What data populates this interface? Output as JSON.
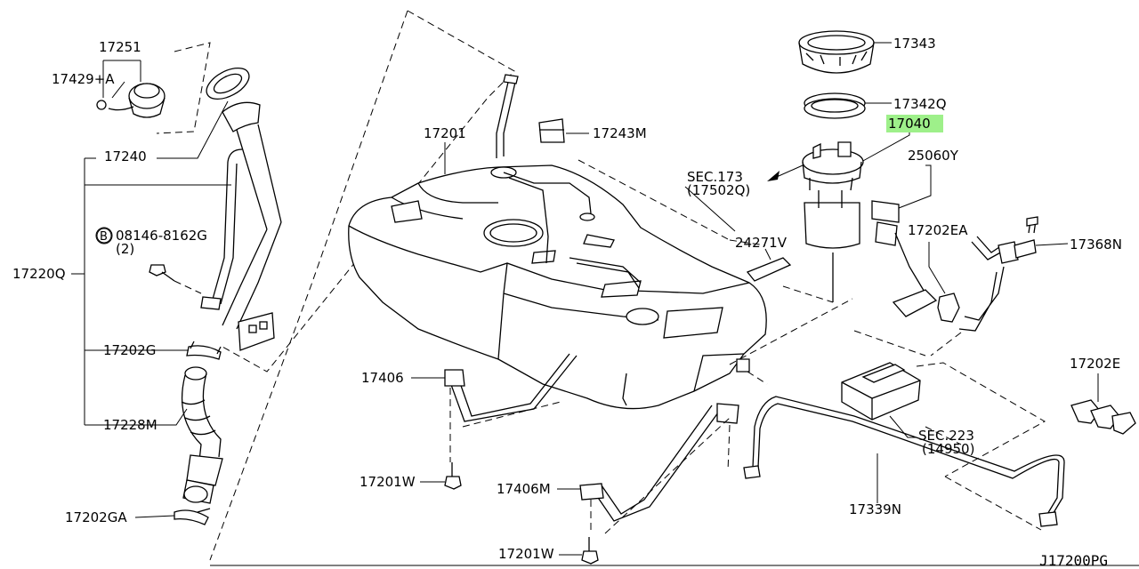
{
  "diagram": {
    "code": "J17200PG",
    "highlight_color": "#9ef08a",
    "labels": {
      "p17251": "17251",
      "p17429a": "17429+A",
      "p17240": "17240",
      "p08146": "08146-8162G",
      "p08146_qty": "(2)",
      "bolt_marker": "B",
      "p17220q": "17220Q",
      "p17202g": "17202G",
      "p17228m": "17228M",
      "p17202ga": "17202GA",
      "p17201": "17201",
      "p17243m": "17243M",
      "p17343": "17343",
      "p17342q": "17342Q",
      "p17040": "17040",
      "p25060y": "25060Y",
      "sec173": "SEC.173",
      "sec173_sub": "(17502Q)",
      "p24271v": "24271V",
      "p17202ea": "17202EA",
      "p17368n": "17368N",
      "p17406": "17406",
      "p17201w_a": "17201W",
      "p17406m": "17406M",
      "p17201w_b": "17201W",
      "sec223": "SEC.223",
      "sec223_sub": "(14950)",
      "p17339n": "17339N",
      "p17202e": "17202E"
    }
  }
}
